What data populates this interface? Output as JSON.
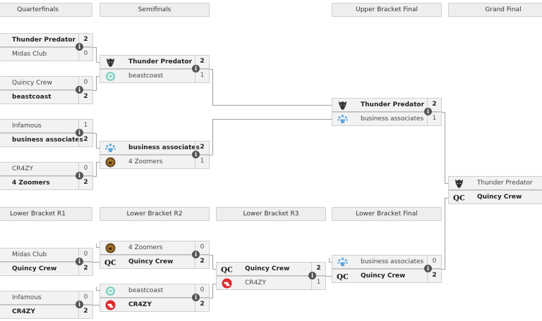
{
  "headers": {
    "quarterfinals": "Quarterfinals",
    "semifinals": "Semifinals",
    "upper_bracket_final": "Upper Bracket Final",
    "grand_final": "Grand Final",
    "lower_r1": "Lower Bracket R1",
    "lower_r2": "Lower Bracket R2",
    "lower_r3": "Lower Bracket R3",
    "lower_final": "Lower Bracket Final"
  },
  "info_glyph": "i",
  "matches": {
    "qf1": {
      "team1": {
        "name": "Thunder Predator",
        "score": "2",
        "logo": "thunder-predator-logo"
      },
      "team2": {
        "name": "Midas Club",
        "score": "0",
        "logo": "midas-club-logo"
      }
    },
    "qf2": {
      "team1": {
        "name": "Quincy Crew",
        "score": "0",
        "logo": "quincy-crew-logo"
      },
      "team2": {
        "name": "beastcoast",
        "score": "2",
        "logo": "beastcoast-logo"
      }
    },
    "qf3": {
      "team1": {
        "name": "Infamous",
        "score": "1",
        "logo": "infamous-logo"
      },
      "team2": {
        "name": "business associates",
        "score": "2",
        "logo": "business-associates-logo"
      }
    },
    "qf4": {
      "team1": {
        "name": "CR4ZY",
        "score": "0",
        "logo": "cr4zy-logo"
      },
      "team2": {
        "name": "4 Zoomers",
        "score": "2",
        "logo": "4-zoomers-logo"
      }
    },
    "sf1": {
      "team1": {
        "name": "Thunder Predator",
        "score": "2"
      },
      "team2": {
        "name": "beastcoast",
        "score": "1"
      }
    },
    "sf2": {
      "team1": {
        "name": "business associates",
        "score": "2"
      },
      "team2": {
        "name": "4 Zoomers",
        "score": "1"
      }
    },
    "ubf": {
      "team1": {
        "name": "Thunder Predator",
        "score": "2"
      },
      "team2": {
        "name": "business associates",
        "score": "1"
      }
    },
    "gf": {
      "team1": {
        "name": "Thunder Predator",
        "score": ""
      },
      "team2": {
        "name": "Quincy Crew",
        "score": ""
      }
    },
    "lr1a": {
      "team1": {
        "name": "Midas Club",
        "score": "0"
      },
      "team2": {
        "name": "Quincy Crew",
        "score": "2"
      }
    },
    "lr1b": {
      "team1": {
        "name": "Infamous",
        "score": "0"
      },
      "team2": {
        "name": "CR4ZY",
        "score": "2"
      }
    },
    "lr2a": {
      "team1": {
        "name": "4 Zoomers",
        "score": "0"
      },
      "team2": {
        "name": "Quincy Crew",
        "score": "2"
      }
    },
    "lr2b": {
      "team1": {
        "name": "beastcoast",
        "score": "0"
      },
      "team2": {
        "name": "CR4ZY",
        "score": "2"
      }
    },
    "lr3": {
      "team1": {
        "name": "Quincy Crew",
        "score": "2"
      },
      "team2": {
        "name": "CR4ZY",
        "score": "1"
      }
    },
    "lbf": {
      "team1": {
        "name": "business associates",
        "score": "0"
      },
      "team2": {
        "name": "Quincy Crew",
        "score": "2"
      }
    }
  }
}
